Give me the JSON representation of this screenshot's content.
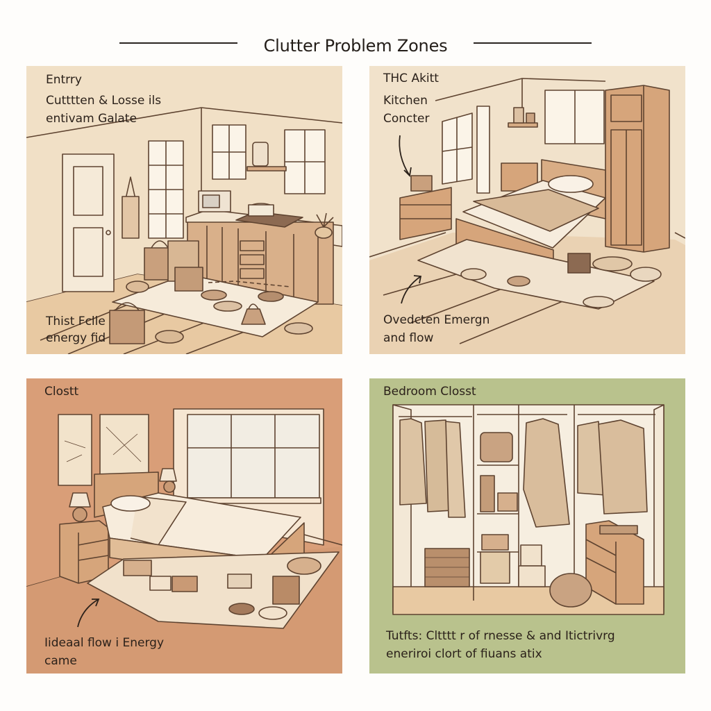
{
  "header": {
    "title": "Clutter Problem Zones"
  },
  "panels": [
    {
      "id": "entry",
      "background": "#f1e0c6",
      "heading_lines": [
        "Entrry",
        "Cutttten & Losse ils",
        "entivam Galate"
      ],
      "caption_lines": [
        "Thist Fclle",
        "energy fid"
      ],
      "scene": "entryway with door, windows, kitchen counter, microwave, stove, pot, plant, scattered bags and shoes on rug"
    },
    {
      "id": "bedroom-kitchen",
      "background": "#f1e2cb",
      "heading_lines": [
        "THC Akitt",
        "Kitchen",
        "Concter"
      ],
      "caption_lines": [
        "Ovedcten Emergn",
        "and flow"
      ],
      "scene": "bedroom with dresser, nightstand, bed, tall wardrobe, windows, shelf with plants, clutter under bed on rug",
      "arrows": [
        "down-arrow",
        "up-right-arrow"
      ]
    },
    {
      "id": "closet",
      "background": "#d99e78",
      "heading_lines": [
        "Clostt"
      ],
      "caption_lines": [
        "Iideaal flow i Energy",
        "came"
      ],
      "scene": "bedroom with two framed pictures, triple window, two lamps, nightstand, bed, clutter underneath on rug",
      "arrows": [
        "up-right-arrow"
      ]
    },
    {
      "id": "bedroom-closet",
      "background": "#b9c28d",
      "heading_lines": [
        "Bedroom Closst"
      ],
      "caption_lines": [
        "Tutfts: Cltttt r of rnesse & and Itictrivrg",
        "eneriroi clort of fiuans atix"
      ],
      "scene": "open walk-in closet with hanging coats, shelves with folded clothes and bins, wicker basket, dresser, bag on floor"
    }
  ],
  "colors": {
    "ink": "#2b211a",
    "line": "#6b4a32",
    "wood": "#d6ab84",
    "cream": "#f7ecdc",
    "page": "#fefdfb"
  }
}
